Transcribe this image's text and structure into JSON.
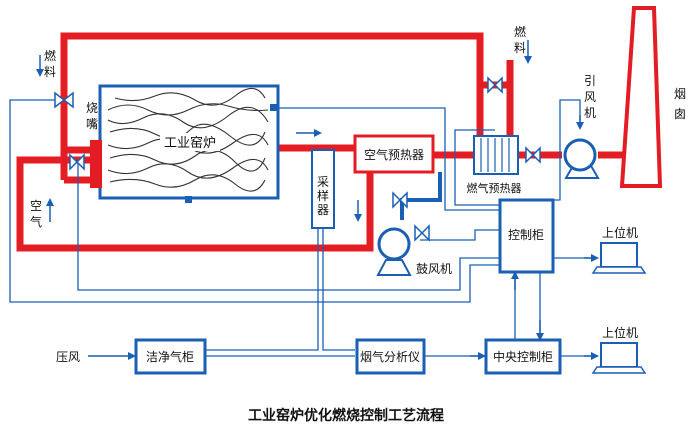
{
  "title": "工业窑炉优化燃烧控制工艺流程",
  "labels": {
    "fuel_left": [
      "燃",
      "料"
    ],
    "fuel_right": [
      "燃",
      "料"
    ],
    "burner": [
      "烧",
      "嘴"
    ],
    "air": [
      "空",
      "气"
    ],
    "kiln": "工业窑炉",
    "air_preheater": "空气预热器",
    "flue_preheater": "燃气预热器",
    "sampler": [
      "采",
      "样",
      "器"
    ],
    "induced_fan": [
      "引",
      "风",
      "机"
    ],
    "chimney": [
      "烟",
      "囱"
    ],
    "blower": "鼓风机",
    "control_cabinet": "控制柜",
    "host_top": "上位机",
    "host_bottom": "上位机",
    "press_air": "压风",
    "purify_cabinet": "洁净气柜",
    "gas_analyzer": "烟气分析仪",
    "central_cabinet": "中央控制柜"
  },
  "colors": {
    "flue_line": "#e31d23",
    "air_line": "#1a5fb4",
    "signal_line": "#1a5fb4",
    "box_border": "#1a5fb4",
    "text": "#111111"
  }
}
